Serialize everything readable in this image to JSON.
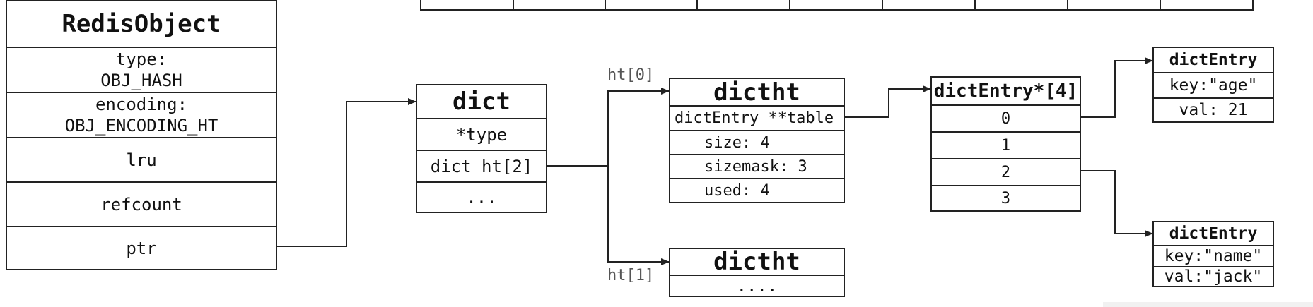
{
  "redis_object": {
    "title": "RedisObject",
    "type_label": "type:",
    "type_value": "OBJ_HASH",
    "encoding_label": "encoding:",
    "encoding_value": "OBJ_ENCODING_HT",
    "lru": "lru",
    "refcount": "refcount",
    "ptr": "ptr"
  },
  "dict": {
    "title": "dict",
    "type_field": "*type",
    "ht_field": "dict ht[2]",
    "ellipsis": "..."
  },
  "labels": {
    "ht0": "ht[0]",
    "ht1": "ht[1]"
  },
  "dictht0": {
    "title": "dictht",
    "table": "dictEntry **table",
    "size": "size: 4",
    "sizemask": "sizemask: 3",
    "used": "used: 4"
  },
  "dictht1": {
    "title": "dictht",
    "ellipsis": "...."
  },
  "entry_array": {
    "title": "dictEntry*[4]",
    "slots": [
      "0",
      "1",
      "2",
      "3"
    ]
  },
  "entry_age": {
    "title": "dictEntry",
    "key": "key:\"age\"",
    "val": "val: 21"
  },
  "entry_name": {
    "title": "dictEntry",
    "key": "key:\"name\"",
    "val": "val:\"jack\""
  },
  "colors": {
    "stroke": "#222222",
    "label": "#555555",
    "background": "#ffffff"
  }
}
